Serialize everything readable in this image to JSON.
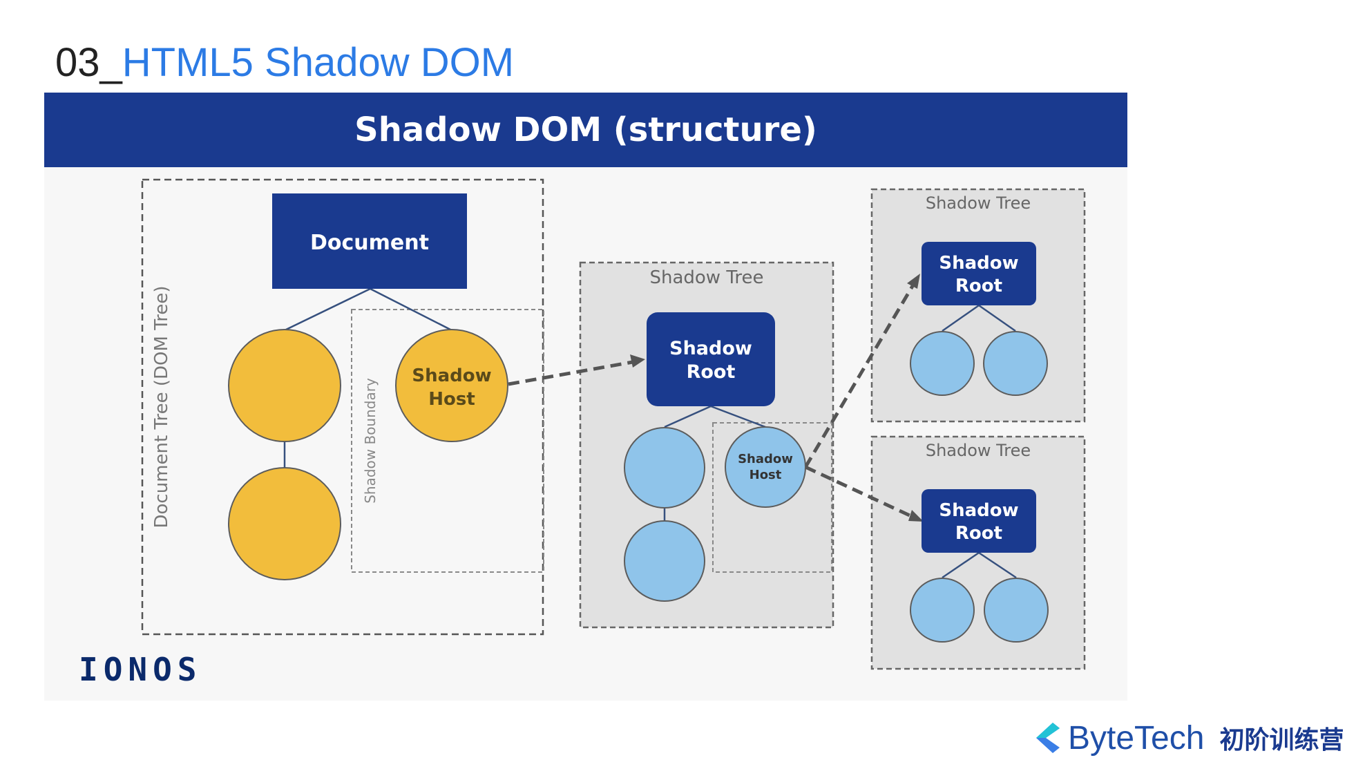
{
  "slide": {
    "title_number": "03_",
    "title_text": "HTML5 Shadow DOM"
  },
  "diagram": {
    "banner_title": "Shadow DOM (structure)",
    "document_node": "Document",
    "document_tree_label": "Document Tree (DOM Tree)",
    "shadow_boundary_label": "Shadow Boundary",
    "shadow_host_label": "Shadow\nHost",
    "shadow_tree_label": "Shadow Tree",
    "shadow_root_label": "Shadow\nRoot",
    "logo_text": "IONOS",
    "colors": {
      "banner": "#1a3a8f",
      "root_box": "#1a3a8f",
      "light_dom_node": "#f2bd3c",
      "shadow_node": "#8fc4ea",
      "tree_panel": "#e1e1e1"
    }
  },
  "branding": {
    "name": "ByteTech",
    "program": "初阶训练营"
  }
}
